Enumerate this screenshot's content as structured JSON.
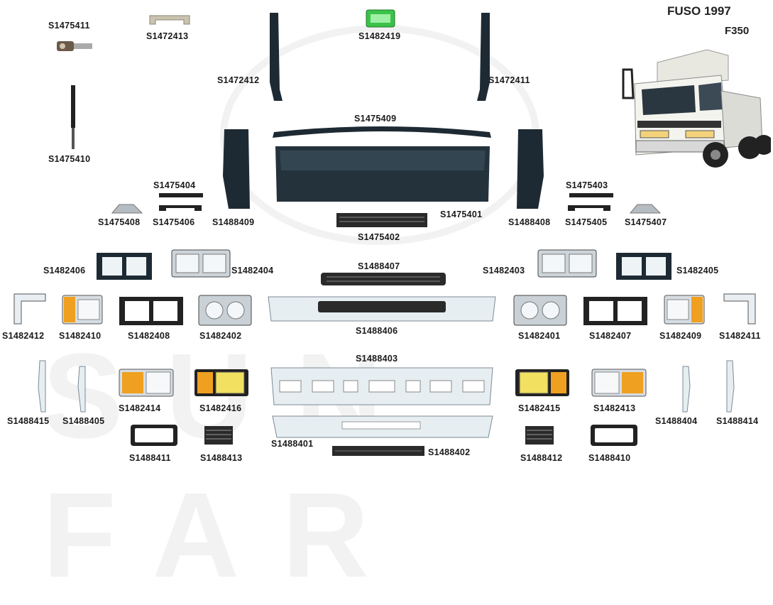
{
  "header": {
    "brand_year": "FUSO 1997",
    "model": "F350"
  },
  "watermark": {
    "text": "SUN FAR"
  },
  "parts": {
    "p1475411": "S1475411",
    "p1472413": "S1472413",
    "p1482419": "S1482419",
    "p1472412a": "S1472412",
    "p1472411": "S1472411",
    "p1475410": "S1475410",
    "p1475409": "S1475409",
    "p1475404": "S1475404",
    "p1475403": "S1475403",
    "p1475408": "S1475408",
    "p1475406": "S1475406",
    "p1488409": "S1488409",
    "p1475401": "S1475401",
    "p1488408": "S1488408",
    "p1475405": "S1475405",
    "p1475407": "S1475407",
    "p1475402": "S1475402",
    "p1488407": "S1488407",
    "p1482406": "S1482406",
    "p1482404": "S1482404",
    "p1482403": "S1482403",
    "p1482405": "S1482405",
    "p1482412b": "S1482412",
    "p1482410": "S1482410",
    "p1482408": "S1482408",
    "p1482402": "S1482402",
    "p1488406": "S1488406",
    "p1482401": "S1482401",
    "p1482407": "S1482407",
    "p1482409": "S1482409",
    "p1482411": "S1482411",
    "p1488403": "S1488403",
    "p1482414": "S1482414",
    "p1482416": "S1482416",
    "p1482415": "S1482415",
    "p1482413": "S1482413",
    "p1488415": "S1488415",
    "p1488405": "S1488405",
    "p1488404": "S1488404",
    "p1488414": "S1488414",
    "p1488401": "S1488401",
    "p1488402": "S1488402",
    "p1488411": "S1488411",
    "p1488413": "S1488413",
    "p1488412": "S1488412",
    "p1488410": "S1488410"
  },
  "colors": {
    "panel_dark": "#1e2a33",
    "amber": "#f0a020",
    "green_lamp": "#3cc24a",
    "bumper_white": "#e6eef2",
    "grille_dark": "#2a2a2a"
  }
}
